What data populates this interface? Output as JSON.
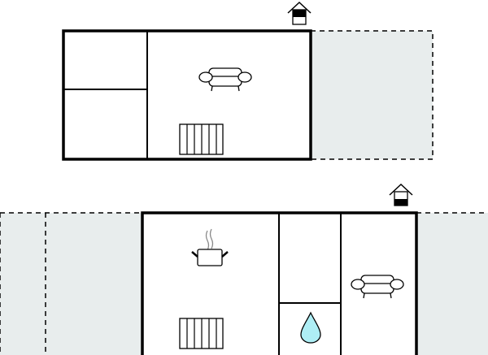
{
  "colors": {
    "wall": "#000000",
    "outdoor_fill": "#e8eded",
    "water_fill": "#aeeef5",
    "steam": "#888888",
    "background": "#ffffff"
  },
  "floors": [
    {
      "rooms": 3,
      "icons": [
        "entrance-icon",
        "sofa-icon",
        "radiator-icon"
      ],
      "outdoor_areas": 1
    },
    {
      "rooms": 4,
      "icons": [
        "entrance-icon",
        "cooking-pot-icon",
        "radiator-icon",
        "water-drop-icon",
        "sofa-icon"
      ],
      "outdoor_areas": 2
    }
  ]
}
